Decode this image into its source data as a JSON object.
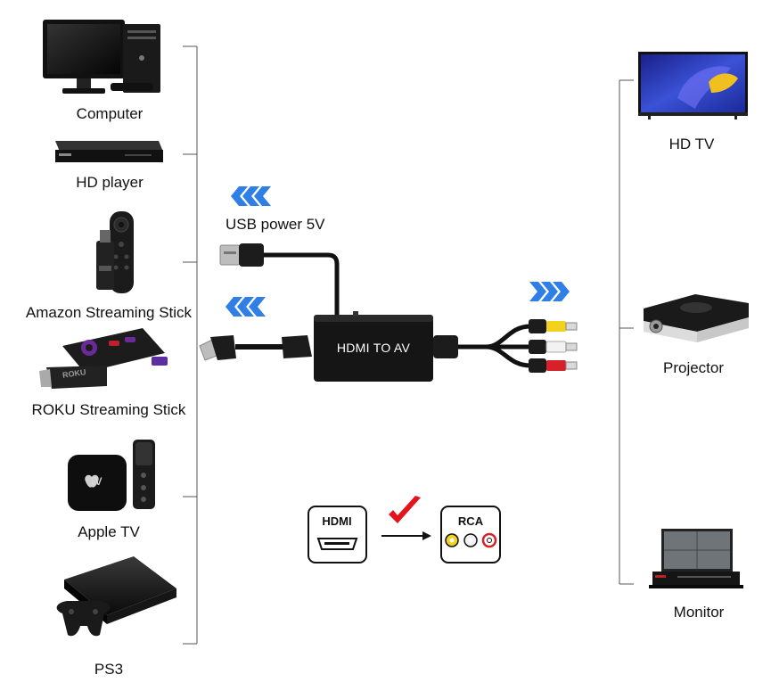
{
  "sources": [
    {
      "label": "Computer",
      "icon": "computer-icon"
    },
    {
      "label": "HD player",
      "icon": "hd-player-icon"
    },
    {
      "label": "Amazon Streaming Stick",
      "icon": "amazon-stick-icon"
    },
    {
      "label": "ROKU Streaming Stick",
      "icon": "roku-stick-icon"
    },
    {
      "label": "Apple TV",
      "icon": "apple-tv-icon"
    },
    {
      "label": "PS3",
      "icon": "ps3-icon"
    }
  ],
  "outputs": [
    {
      "label": "HD TV",
      "icon": "hd-tv-icon"
    },
    {
      "label": "Projector",
      "icon": "projector-icon"
    },
    {
      "label": "Monitor",
      "icon": "monitor-icon"
    }
  ],
  "usb": {
    "label": "USB power 5V"
  },
  "converter": {
    "label": "HDMI TO AV"
  },
  "conversion": {
    "from": "HDMI",
    "to": "RCA"
  },
  "colors": {
    "arrow_blue": "#2f7fe6",
    "check_red": "#e3141b",
    "rca_yellow": "#f2d21d",
    "rca_white": "#f2f2f2",
    "rca_red": "#d6202a"
  },
  "apple_tv_text": "tv",
  "roku_text": "ROKU"
}
